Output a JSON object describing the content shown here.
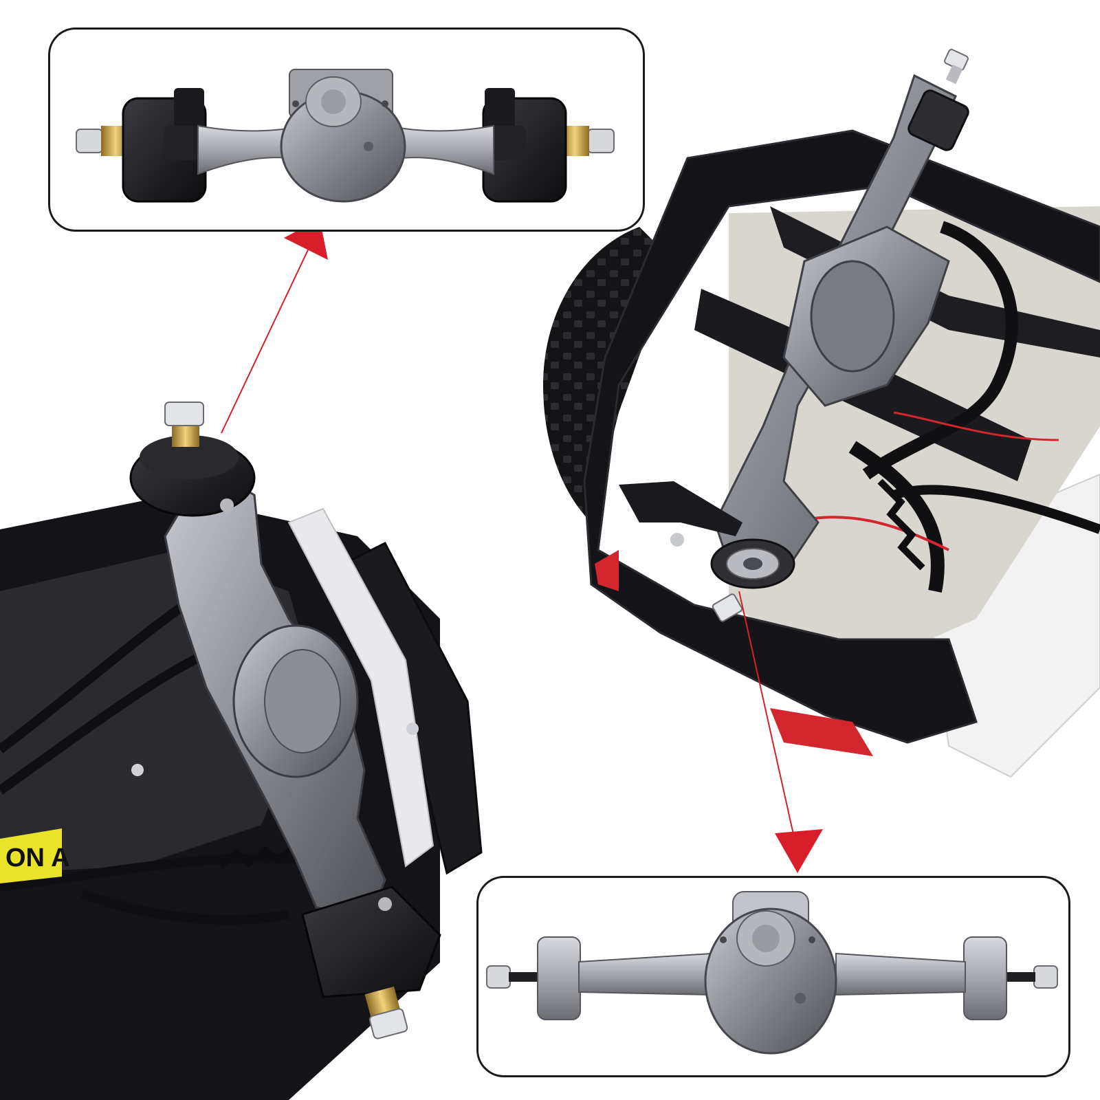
{
  "image": {
    "subject": "",
    "callouts": [
      {
        "id": "front-axle",
        "label": ""
      },
      {
        "id": "rear-axle",
        "label": ""
      }
    ],
    "decal_text": "ON A",
    "colors": {
      "arrow": "#d81e2a",
      "metal": "#9a9ca3",
      "metal_dark": "#5f6168",
      "anodized_black": "#17171a",
      "brass": "#c9a24a",
      "tire": "#1b1b1d",
      "red_wire": "#d3262f",
      "white_body": "#f2f2f2",
      "decal_yellow": "#e9e32a"
    }
  }
}
